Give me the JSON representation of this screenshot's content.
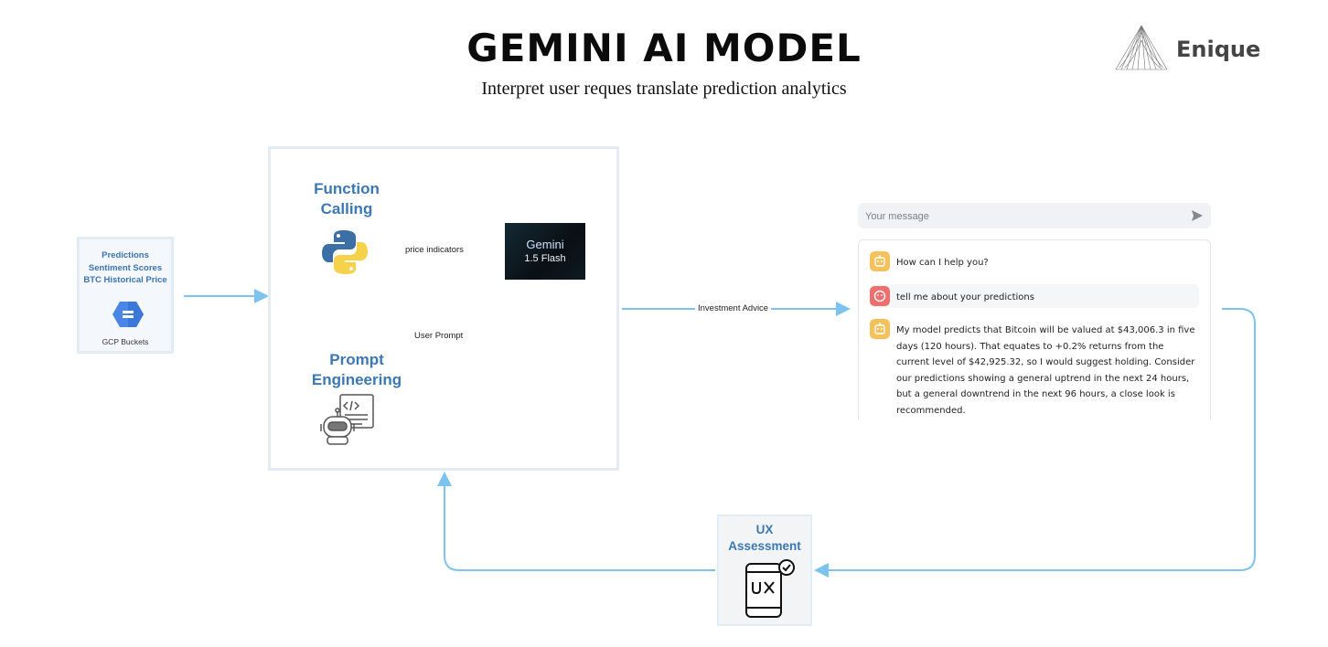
{
  "header": {
    "title": "GEMINI AI MODEL",
    "subtitle": "Interpret user reques translate prediction analytics"
  },
  "brand": {
    "name": "Enique"
  },
  "data_source": {
    "lines": [
      "Predictions",
      "Sentiment Scores",
      "BTC Historical Price"
    ],
    "label": "GCP Buckets",
    "icon": "gcp-buckets-icon"
  },
  "model_block": {
    "function_calling": {
      "title_line1": "Function",
      "title_line2": "Calling",
      "icon": "python-logo-icon"
    },
    "prompt_engineering": {
      "title_line1": "Prompt",
      "title_line2": "Engineering",
      "icon": "robot-code-icon"
    },
    "gemini": {
      "line1": "Gemini",
      "line2": "1.5 Flash"
    },
    "edges": {
      "price_indicators": "price indicators",
      "user_prompt": "User Prompt"
    }
  },
  "flow": {
    "investment_advice": "Investment Advice"
  },
  "chat": {
    "input_placeholder": "Your message",
    "messages": [
      {
        "role": "assistant",
        "text": "How can I help you?"
      },
      {
        "role": "user",
        "text": "tell me about your predictions"
      },
      {
        "role": "assistant",
        "text": "My model predicts that Bitcoin will be valued at $43,006.3 in five days (120 hours). That equates to +0.2% returns from the current level of $42,925.32, so I would suggest holding. Consider our predictions showing a general uptrend in the next 24 hours, but a general downtrend in the next 96 hours, a close look is recommended."
      }
    ]
  },
  "ux_assessment": {
    "title_line1": "UX",
    "title_line2": "Assessment",
    "icon": "ux-phone-icon"
  },
  "colors": {
    "arrow": "#7cc4ef",
    "title_blue": "#3b78b4",
    "assistant_avatar": "#f5c15a",
    "user_avatar": "#ee6f6f"
  }
}
